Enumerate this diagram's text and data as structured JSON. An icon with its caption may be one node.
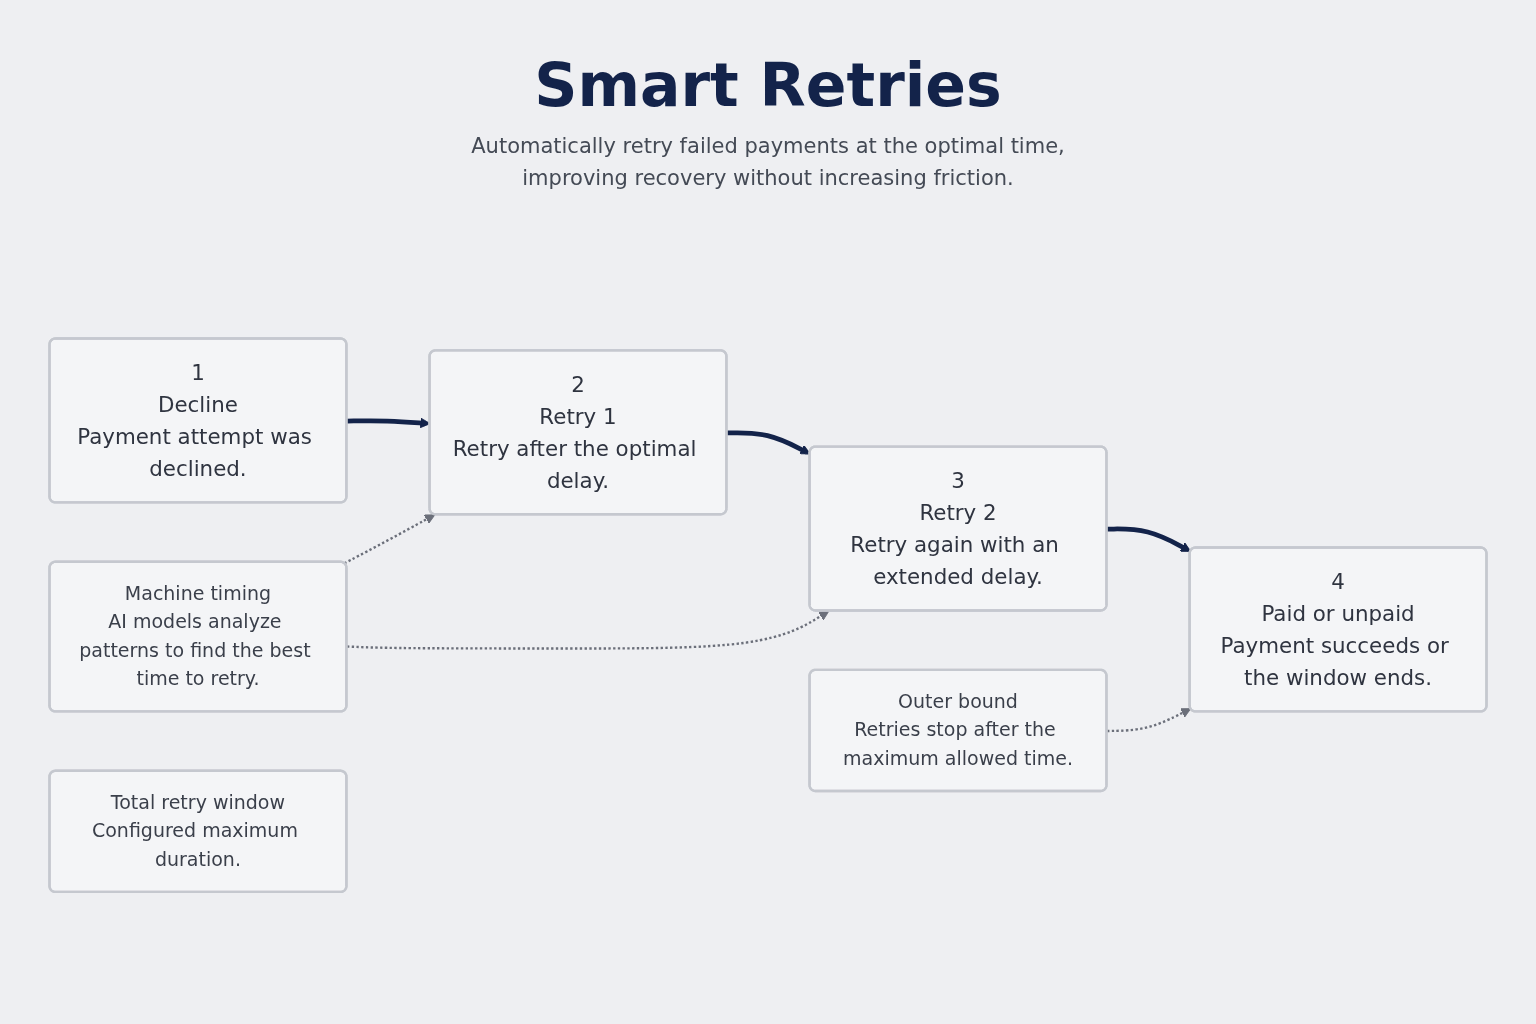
{
  "diagram": {
    "title": "Smart Retries",
    "caption": "Automatically retry failed payments at the optimal time, improving recovery without increasing friction.",
    "nodes": [
      {
        "text": [
          "Machine timing",
          "AI models analyze patterns to find the best time to retry."
        ]
      },
      {
        "text": [
          "Outer bound",
          "Retries stop after the maximum allowed time."
        ]
      },
      {
        "text": [
          "1",
          "Decline",
          "Payment attempt was declined."
        ]
      },
      {
        "text": [
          "2",
          "Retry 1",
          "Retry after the optimal delay."
        ]
      },
      {
        "text": [
          "3",
          "Retry 2",
          "Retry again with an extended delay."
        ]
      },
      {
        "text": [
          "4",
          "Paid or unpaid",
          "Payment succeeds or the window ends."
        ]
      },
      {
        "text": [
          "Total retry window",
          "Configured maximum duration."
        ]
      }
    ],
    "edges": [
      {
        "from": 2,
        "to": 3,
        "arrow": "to",
        "style": "thick"
      },
      {
        "from": 3,
        "to": 4,
        "arrow": "to",
        "style": "thick"
      },
      {
        "from": 4,
        "to": 5,
        "arrow": "to",
        "style": "thick"
      },
      {
        "from": 0,
        "to": 3,
        "arrow": "to",
        "style": "dashed",
        "color": "#6b6f7a"
      },
      {
        "from": 0,
        "to": 4,
        "arrow": "to",
        "style": "dashed",
        "color": "#6b6f7a"
      },
      {
        "from": 1,
        "to": 5,
        "arrow": "to",
        "style": "dashed",
        "color": "#6b6f7a"
      }
    ]
  }
}
